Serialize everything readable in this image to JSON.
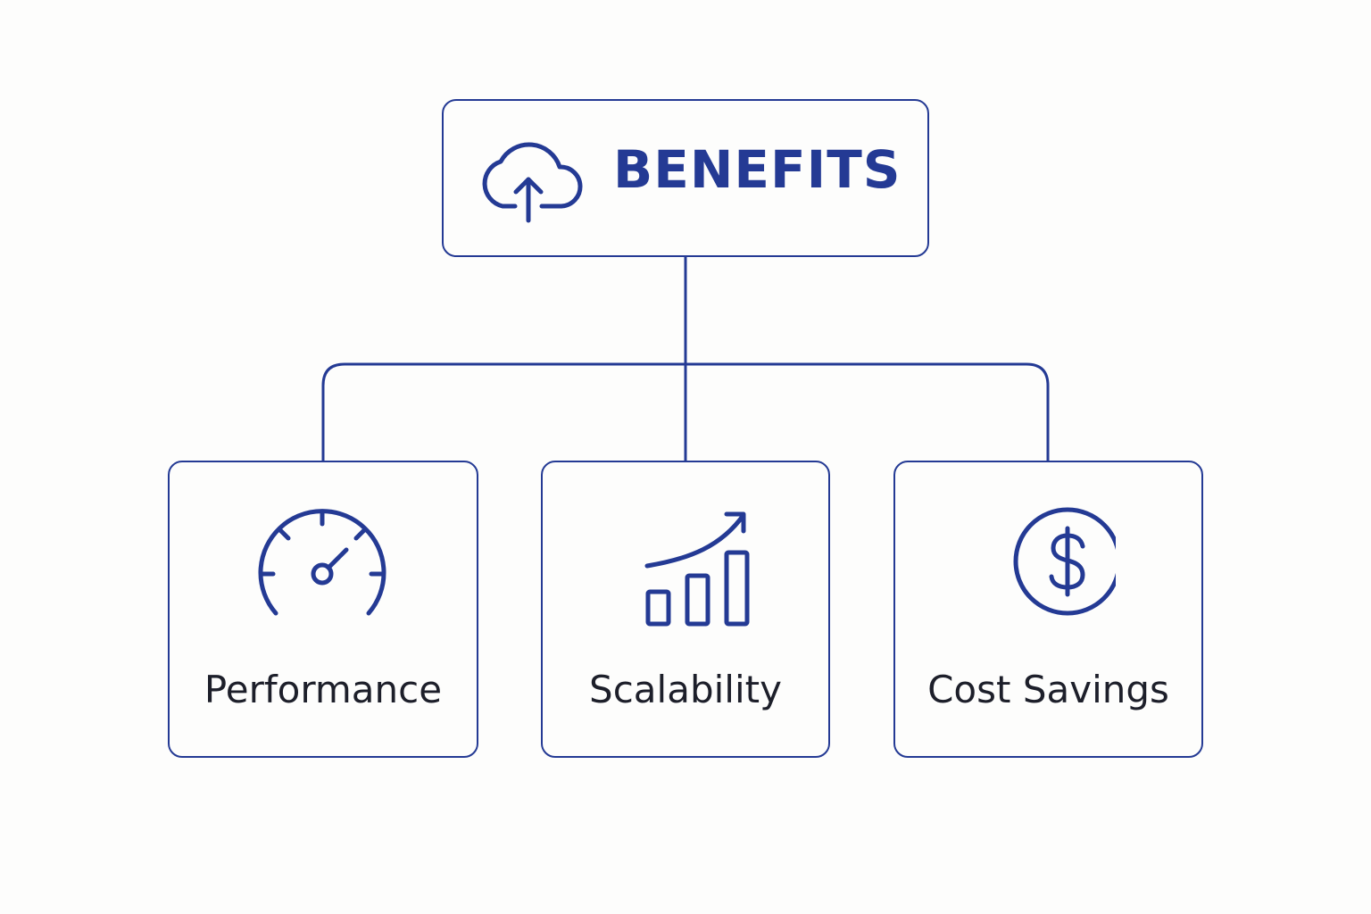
{
  "root": {
    "title": "BENEFITS",
    "icon": "cloud-upload-icon"
  },
  "items": [
    {
      "label": "Performance",
      "icon": "speedometer-icon"
    },
    {
      "label": "Scalability",
      "icon": "growth-chart-icon"
    },
    {
      "label": "Cost Savings",
      "icon": "dollar-circle-icon"
    }
  ],
  "colors": {
    "accent": "#243a94",
    "text": "#1d1f2a",
    "background": "#fdfdfc"
  }
}
